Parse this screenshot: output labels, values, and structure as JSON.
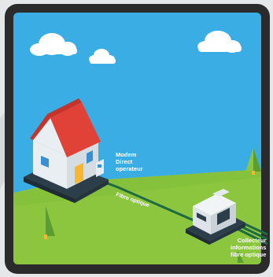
{
  "labels": {
    "modem": [
      "Modem",
      "Direct",
      "operateur"
    ],
    "fibre": "Fibre optique",
    "collector": [
      "Collecteur",
      "informations",
      "fibre optique"
    ]
  },
  "colors": {
    "sky": "#38aee6",
    "grass": "#88c23b",
    "frame": "#2d2d2d",
    "roof": "#e4453a",
    "fibre_cable": "#1f6a42",
    "cloud": "#ffffff"
  },
  "icons": [
    "cloud-icon",
    "house-icon",
    "modem-icon",
    "tree-icon",
    "collector-building-icon"
  ]
}
